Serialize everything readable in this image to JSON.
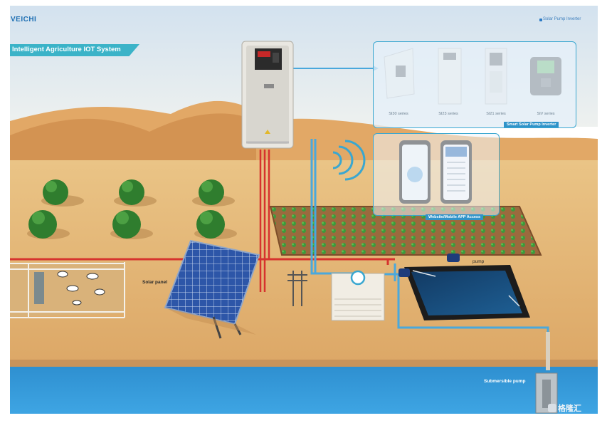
{
  "header": {
    "brand": "VEICHI",
    "top_right": "Solar Pump Inverter"
  },
  "title_banner": "Intelligent Agriculture IOT System",
  "inverters": {
    "products": [
      {
        "label": "SI30 series"
      },
      {
        "label": "SI23 series"
      },
      {
        "label": "SI21 series"
      },
      {
        "label": "SIV series"
      }
    ],
    "caption": "Smart Solar Pump Inverter"
  },
  "app_panel": {
    "caption": "Website/Mobile APP Access"
  },
  "scene": {
    "solar_panel_label": "Solar panel",
    "pump_label": "pump",
    "submersible_label": "Submersible pump"
  },
  "watermark": {
    "text": "格隆汇"
  },
  "colors": {
    "sky_top": "#c9dced",
    "sand": "#e6bd78",
    "water": "#1f7fc0",
    "pipe_blue": "#4aa8dc",
    "cable_red": "#d6332e",
    "accent": "#3bb3c8"
  }
}
